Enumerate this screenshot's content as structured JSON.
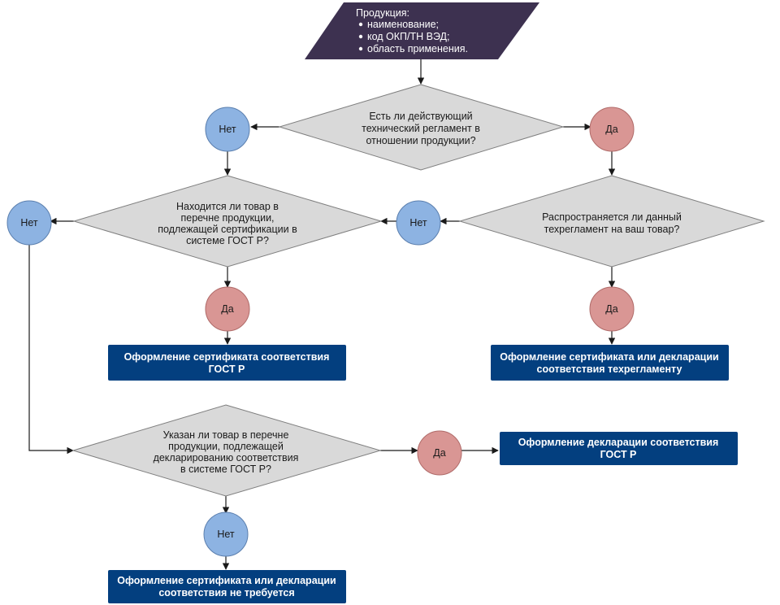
{
  "colors": {
    "start_fill": "#3d3150",
    "diamond_fill": "#d9d9d9",
    "diamond_stroke": "#7f7f7f",
    "no_fill": "#8db3e2",
    "yes_fill": "#d99694",
    "box_fill": "#033f7f",
    "line": "#1a1a1a"
  },
  "start": {
    "title": "Продукция:",
    "items": [
      "наименование;",
      "код ОКП/ТН ВЭД;",
      "область применения."
    ]
  },
  "decisions": {
    "d1": [
      "Есть ли действующий",
      "технический регламент в",
      "отношении продукции?"
    ],
    "d2": [
      "Находится ли товар в",
      "перечне продукции,",
      "подлежащей сертификации в",
      "системе ГОСТ Р?"
    ],
    "d3": [
      "Распространяется ли данный",
      "техрегламент на ваш товар?"
    ],
    "d4": [
      "Указан ли товар в перечне",
      "продукции, подлежащей",
      "декларированию соответствия",
      "в системе ГОСТ Р?"
    ]
  },
  "answers": {
    "no": "Нет",
    "yes": "Да"
  },
  "outcomes": {
    "o1": [
      "Оформление сертификата соответствия",
      "ГОСТ Р"
    ],
    "o2": [
      "Оформление сертификата или декларации",
      "соответствия техрегламенту"
    ],
    "o3": [
      "Оформление декларации соответствия",
      "ГОСТ Р"
    ],
    "o4": [
      "Оформление сертификата или декларации",
      "соответствия не требуется"
    ]
  }
}
